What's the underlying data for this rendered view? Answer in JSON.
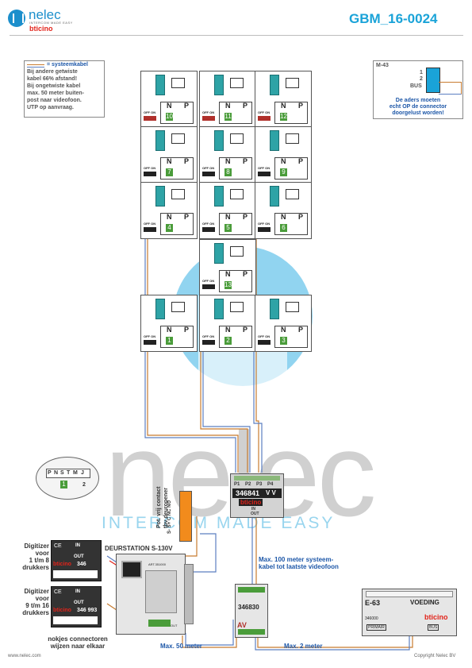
{
  "header": {
    "logo": {
      "name": "nelec",
      "tagline": "INTERCOM MADE EASY",
      "brand": "bticino"
    },
    "code": "GBM_16-0024"
  },
  "legend": {
    "title": "= systeemkabel",
    "lines": [
      "Bij andere getwiste",
      "kabel 66% afstand!",
      "Bij ongetwiste kabel",
      "max. 50 meter buiten-",
      "post naar videofoon.",
      "UTP op aanvraag."
    ]
  },
  "connector_note": {
    "title": "M-43",
    "pin1": "1",
    "pin2": "2",
    "bus": "BUS",
    "lines": [
      "De aders moeten",
      "echt OP de connector",
      "doorgelust worden!"
    ]
  },
  "units": {
    "n_label": "N",
    "p_label": "P",
    "off_on": "OFF ON",
    "grid": [
      [
        "10",
        "11",
        "12"
      ],
      [
        "7",
        "8",
        "9"
      ],
      [
        "4",
        "5",
        "6"
      ],
      [
        "",
        "13",
        ""
      ],
      [
        "1",
        "2",
        "3"
      ]
    ]
  },
  "distributor": {
    "label": "346841",
    "vv": "V V",
    "ports": [
      "P1",
      "P2",
      "P3",
      "P4"
    ],
    "brand": "bticino",
    "in": "IN",
    "out": "OUT"
  },
  "contact": {
    "title": "Pot. vrij contact tbv deuropener",
    "terminals": "S- S+ C NC NO"
  },
  "doorstation": {
    "title": "DEURSTATION S-130V",
    "art": "ART.351000",
    "out": "OUT"
  },
  "digitizer1": {
    "label_lines": [
      "Digitizer",
      "voor",
      "1 t/m 8",
      "drukkers"
    ],
    "model": "346",
    "brand": "bticino",
    "in": "IN",
    "out": "OUT"
  },
  "digitizer2": {
    "label_lines": [
      "Digitizer",
      "voor",
      "9 t/m 16",
      "drukkers"
    ],
    "model": "346 993",
    "brand": "bticino",
    "in": "IN",
    "out": "OUT"
  },
  "nokjes": [
    "nokjes connectoren",
    "wijzen naar elkaar"
  ],
  "zoom": {
    "terminals": [
      "P",
      "N",
      "S",
      "T",
      "M",
      "J"
    ],
    "dip": "1",
    "side": "2"
  },
  "amplifier": {
    "label": "346830",
    "av": "AV"
  },
  "power": {
    "left": "E-63",
    "title": "VOEDING",
    "model": "346000",
    "brand": "bticino",
    "primair": "PRIMAIR",
    "bus": "BUS"
  },
  "notes": {
    "max100": [
      "Max. 100 meter systeem-",
      "kabel tot laatste videofoon"
    ],
    "max50": "Max. 50 meter",
    "max2": "Max. 2 meter"
  },
  "footer": {
    "left": "www.nelec.com",
    "right": "Copyright Nelec BV"
  },
  "watermark": {
    "big": "nelec",
    "small": "INTERCOM MADE EASY"
  },
  "colors": {
    "accent": "#1aa3d8",
    "bus_wire": "#c77b2f",
    "brand_red": "#e2231a",
    "green": "#4a9c3a"
  }
}
